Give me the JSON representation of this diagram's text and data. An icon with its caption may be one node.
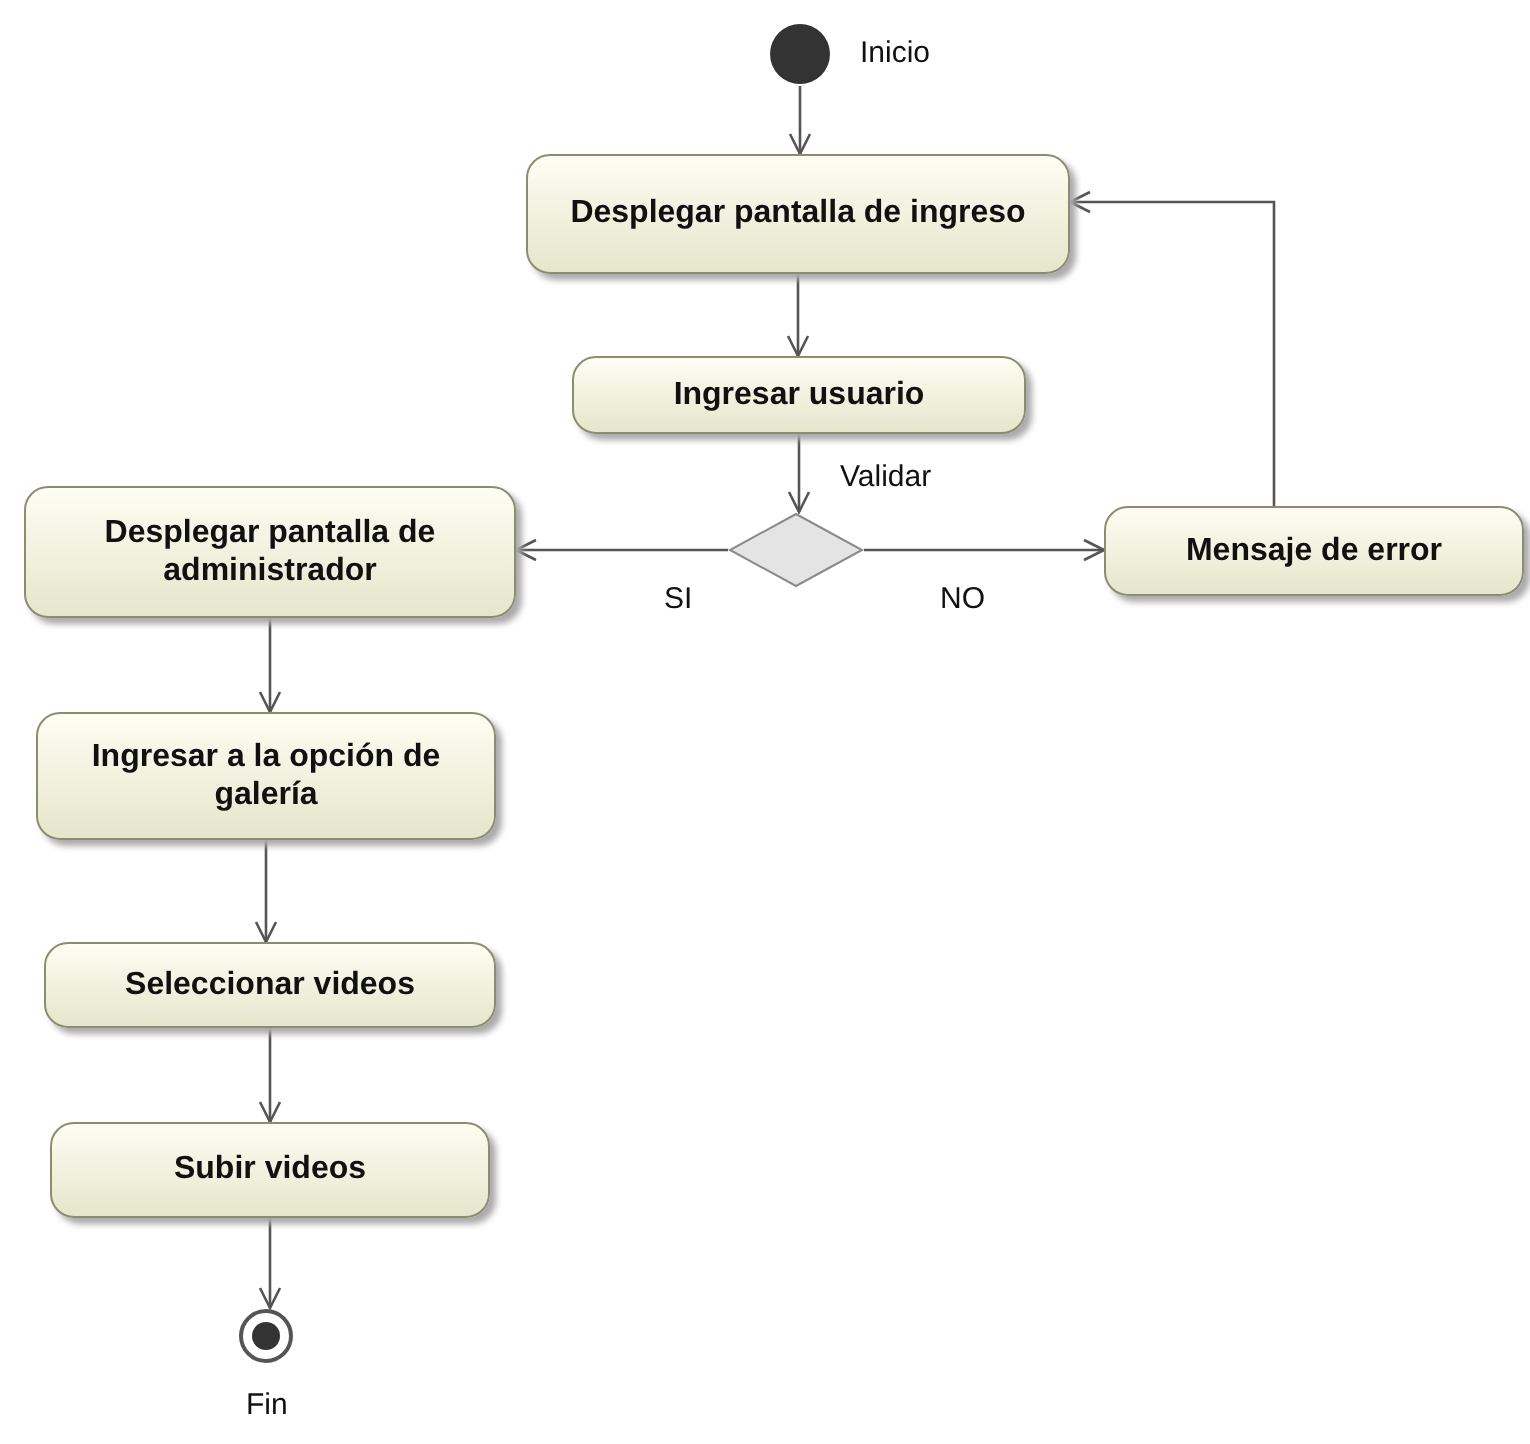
{
  "diagram": {
    "nodes": [
      {
        "text": [],
        "shape": "circle",
        "beside": [
          "Inicio"
        ]
      },
      {
        "text": [
          "Desplegar pantalla de ingreso"
        ]
      },
      {
        "text": [
          "Ingresar usuario"
        ]
      },
      {
        "text": [],
        "shape": "diamond"
      },
      {
        "text": [
          "Mensaje de error"
        ]
      },
      {
        "text": [
          "Desplegar pantalla de administrador"
        ]
      },
      {
        "text": [
          "Ingresar a la opción de galería"
        ]
      },
      {
        "text": [
          "Seleccionar videos"
        ]
      },
      {
        "text": [
          "Subir videos"
        ]
      },
      {
        "text": [],
        "shape": "final",
        "beside": [
          "Fin"
        ]
      }
    ],
    "edges": [
      {
        "from": 0,
        "to": 1,
        "arrow": "to"
      },
      {
        "from": 1,
        "to": 2,
        "arrow": "to"
      },
      {
        "from": 2,
        "to": 3,
        "arrow": "to",
        "label": "Validar"
      },
      {
        "from": 3,
        "to": 4,
        "arrow": "to",
        "label": "NO"
      },
      {
        "from": 3,
        "to": 5,
        "arrow": "to",
        "label": "SI"
      },
      {
        "from": 4,
        "to": 1,
        "arrow": "to"
      },
      {
        "from": 5,
        "to": 6,
        "arrow": "to"
      },
      {
        "from": 6,
        "to": 7,
        "arrow": "to"
      },
      {
        "from": 7,
        "to": 8,
        "arrow": "to"
      },
      {
        "from": 8,
        "to": 9,
        "arrow": "to"
      }
    ]
  }
}
